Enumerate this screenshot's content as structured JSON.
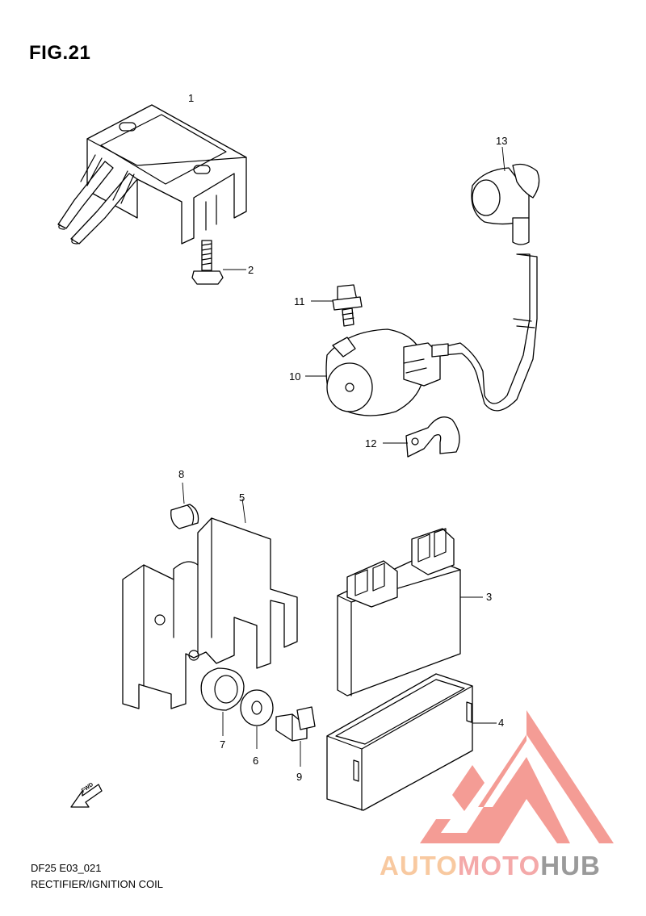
{
  "figure": {
    "title": "FIG.21",
    "code": "DF25 E03_021",
    "caption": "RECTIFIER/IGNITION COIL"
  },
  "callouts": [
    "1",
    "2",
    "3",
    "4",
    "5",
    "6",
    "7",
    "8",
    "9",
    "10",
    "11",
    "12",
    "13"
  ],
  "direction_arrow": {
    "label": "FWD",
    "icon": "fwd-arrow-icon"
  },
  "watermark": {
    "brand_part_1": "AUTO",
    "brand_part_2": "MOTO",
    "brand_part_3": "HUB",
    "icon": "triangle-logo-icon",
    "colors": {
      "auto": "#f8c9a0",
      "moto": "#f4a9a9",
      "hub": "#9a9a9a",
      "logo": "#f28b82"
    }
  }
}
